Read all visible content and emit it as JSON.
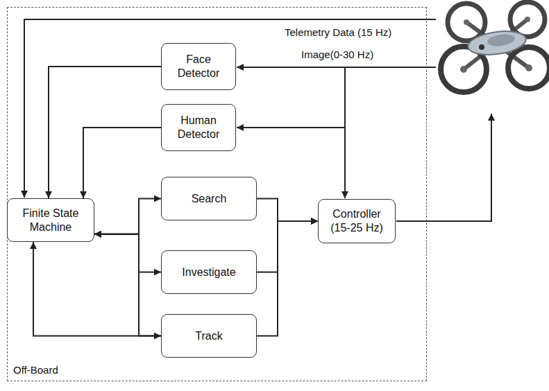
{
  "diagram": {
    "nodes": [
      {
        "text": [
          "Off-Board"
        ]
      },
      {
        "text": [
          "Face Detector"
        ],
        "in": 0
      },
      {
        "text": [
          "Human Detector"
        ],
        "in": 0
      },
      {
        "text": [
          "Finite State Machine"
        ],
        "in": 0
      },
      {
        "text": [
          "Search"
        ],
        "in": 0
      },
      {
        "text": [
          "Investigate"
        ],
        "in": 0
      },
      {
        "text": [
          "Track"
        ],
        "in": 0
      },
      {
        "text": [
          "Controller (15-25 Hz)"
        ],
        "in": 0
      }
    ],
    "edges": [
      {
        "from": 1,
        "to": 3,
        "arrow": "to"
      },
      {
        "from": 2,
        "to": 3,
        "arrow": "to"
      },
      {
        "from": 3,
        "to": 4,
        "arrow": "both"
      },
      {
        "from": 3,
        "to": 5,
        "arrow": "both"
      },
      {
        "from": 3,
        "to": 6,
        "arrow": "both"
      },
      {
        "from": 6,
        "to": 3,
        "arrow": "to"
      },
      {
        "from": 4,
        "to": 7,
        "arrow": "to"
      },
      {
        "from": 5,
        "to": 7,
        "arrow": "to"
      },
      {
        "from": 6,
        "to": 7,
        "arrow": "to"
      }
    ],
    "labels": [
      "Telemetry Data (15 Hz)",
      "Image(0-30 Hz)"
    ]
  }
}
